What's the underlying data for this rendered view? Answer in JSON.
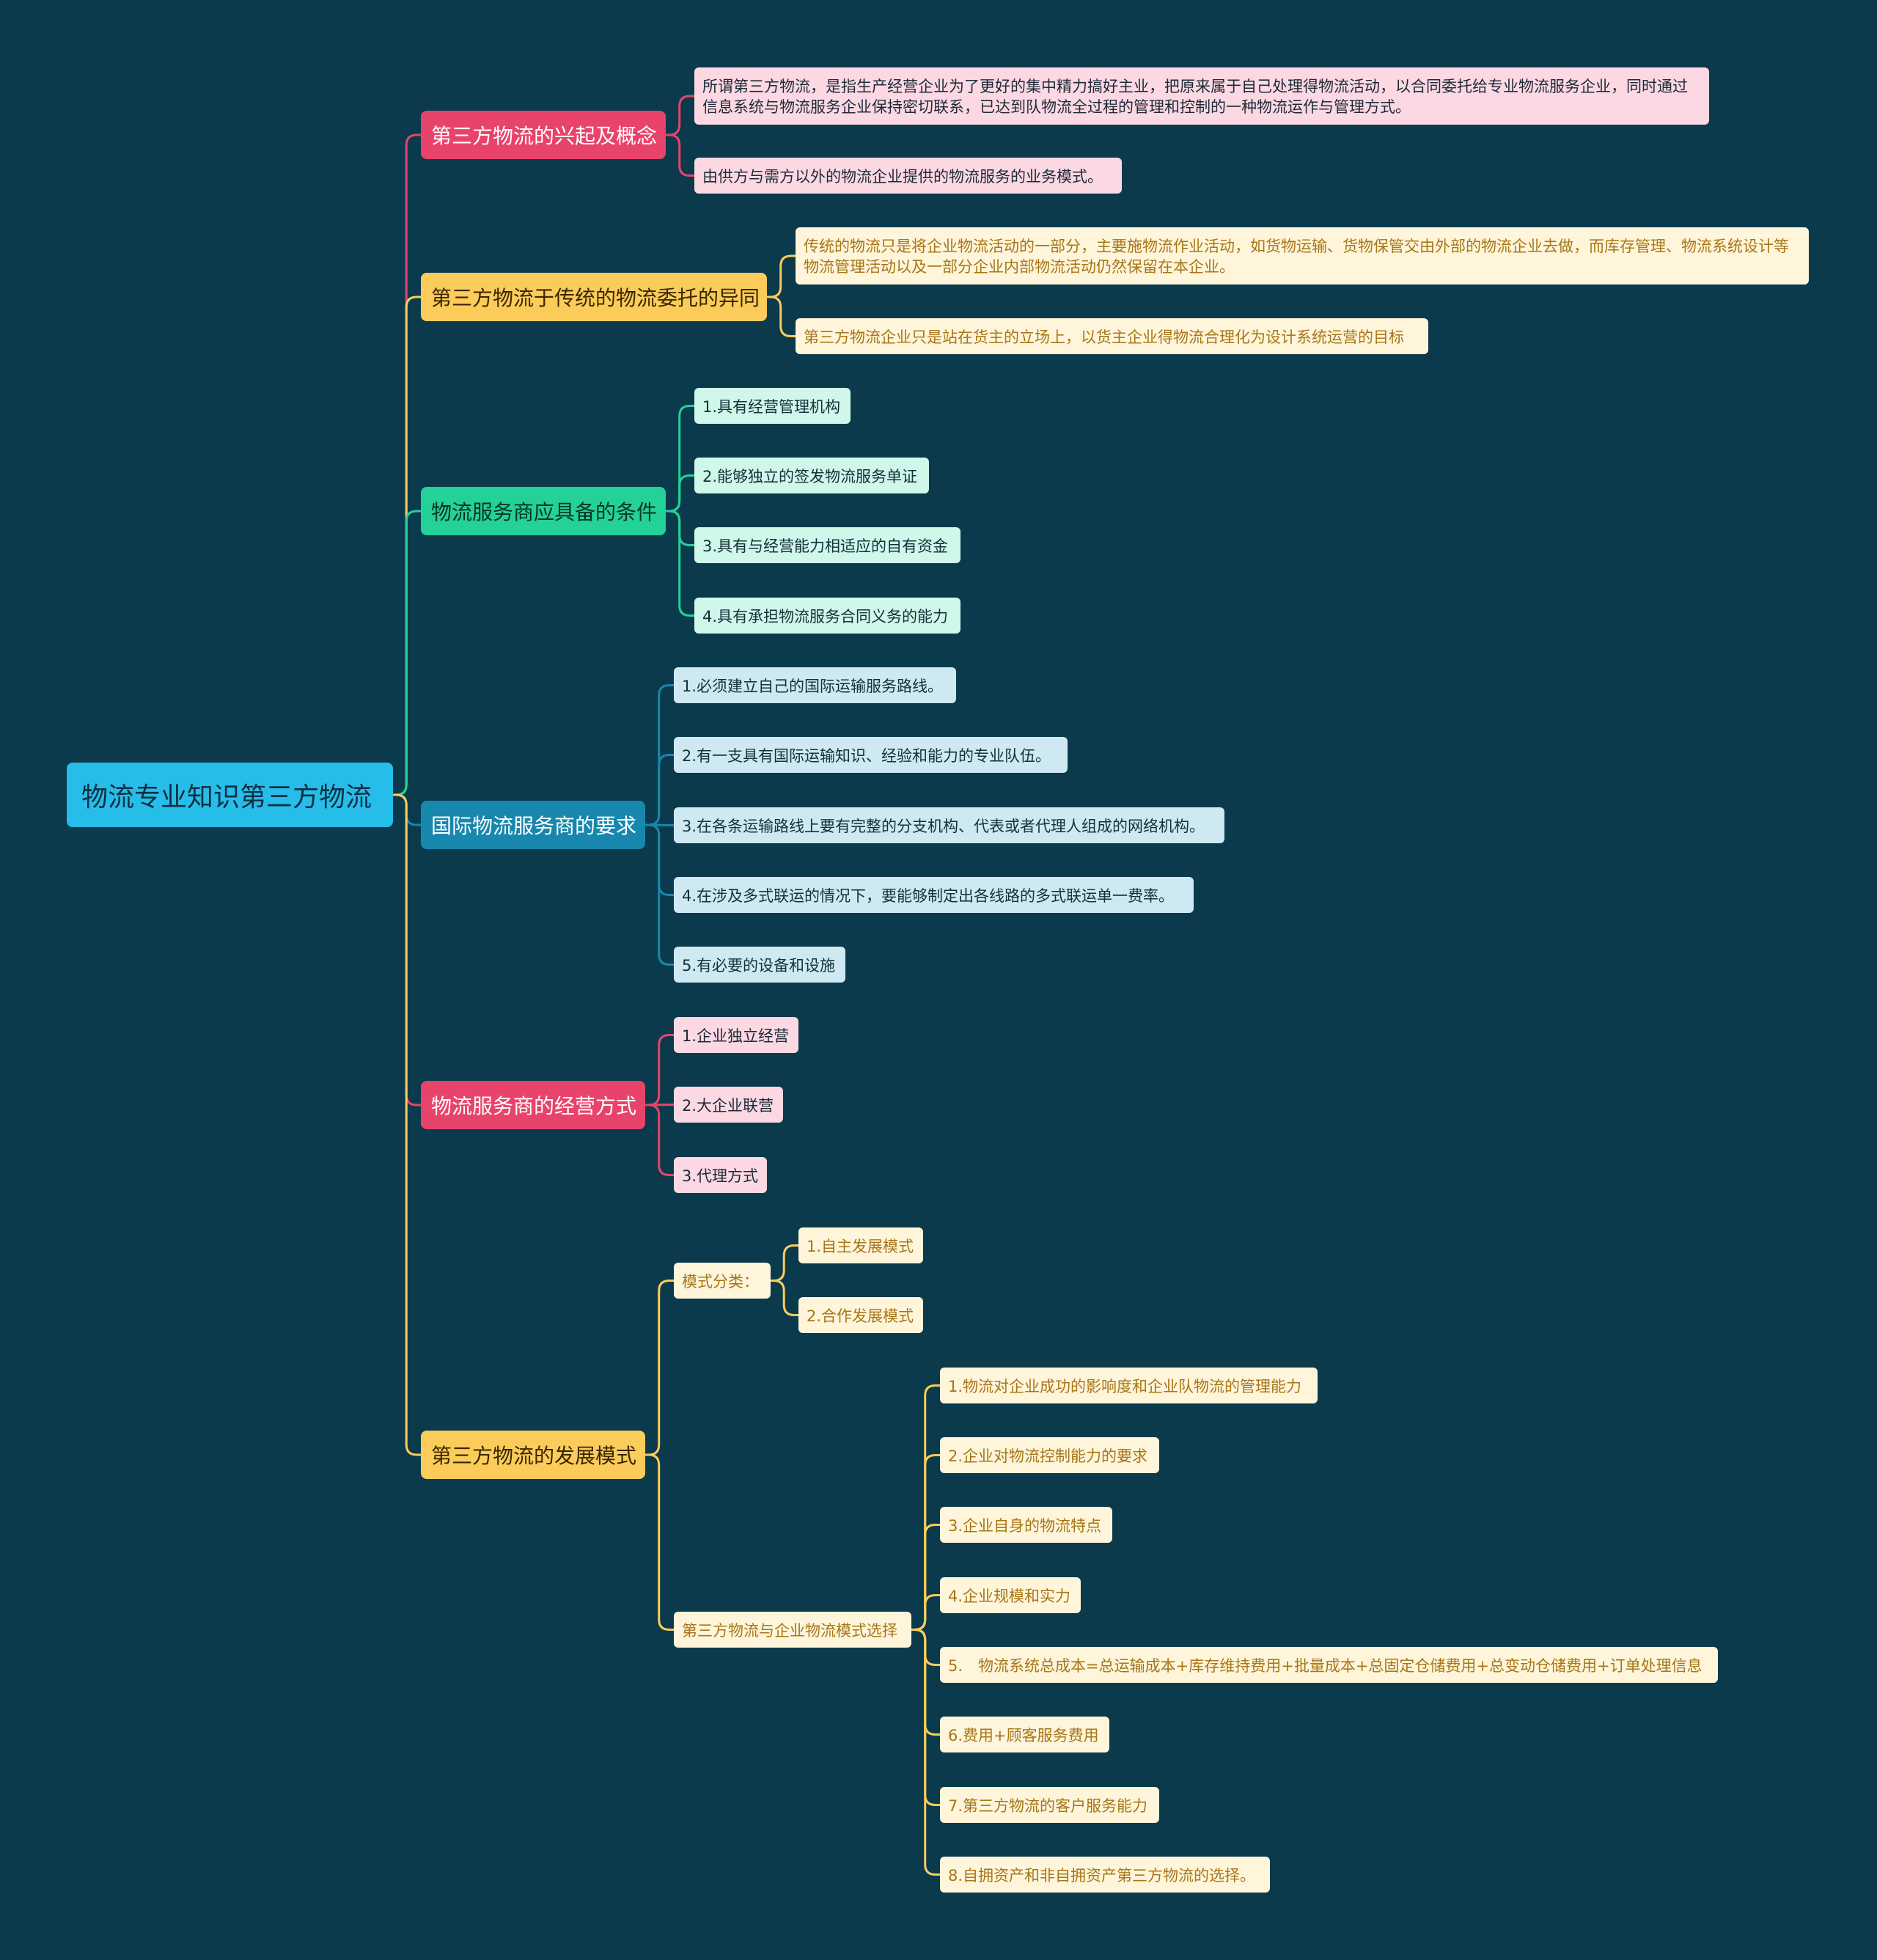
{
  "colors": {
    "background": "#0a3a4c",
    "root": "#27bde9",
    "red": "#e8436a",
    "yellow": "#fccc5a",
    "green": "#24d197",
    "blue": "#1887ad",
    "pink": "#e8436a"
  },
  "root": {
    "text": "物流专业知识第三方物流"
  },
  "branches": [
    {
      "text": "第三方物流的兴起及概念",
      "children": [
        {
          "text": "所谓第三方物流，是指生产经营企业为了更好的集中精力搞好主业，把原来属于自己处理得物流活动，以合同委托给专业物流服务企业，同时通过信息系统与物流服务企业保持密切联系，已达到队物流全过程的管理和控制的一种物流运作与管理方式。"
        },
        {
          "text": "由供方与需方以外的物流企业提供的物流服务的业务模式。"
        }
      ]
    },
    {
      "text": "第三方物流于传统的物流委托的异同",
      "children": [
        {
          "text": "传统的物流只是将企业物流活动的一部分，主要施物流作业活动，如货物运输、货物保管交由外部的物流企业去做，而库存管理、物流系统设计等物流管理活动以及一部分企业内部物流活动仍然保留在本企业。"
        },
        {
          "text": "第三方物流企业只是站在货主的立场上，以货主企业得物流合理化为设计系统运营的目标"
        }
      ]
    },
    {
      "text": "物流服务商应具备的条件",
      "children": [
        {
          "text": "1.具有经营管理机构"
        },
        {
          "text": "2.能够独立的签发物流服务单证"
        },
        {
          "text": "3.具有与经营能力相适应的自有资金"
        },
        {
          "text": "4.具有承担物流服务合同义务的能力"
        }
      ]
    },
    {
      "text": "国际物流服务商的要求",
      "children": [
        {
          "text": "1.必须建立自己的国际运输服务路线。"
        },
        {
          "text": "2.有一支具有国际运输知识、经验和能力的专业队伍。"
        },
        {
          "text": "3.在各条运输路线上要有完整的分支机构、代表或者代理人组成的网络机构。"
        },
        {
          "text": "4.在涉及多式联运的情况下，要能够制定出各线路的多式联运单一费率。"
        },
        {
          "text": "5.有必要的设备和设施"
        }
      ]
    },
    {
      "text": "物流服务商的经营方式",
      "children": [
        {
          "text": "1.企业独立经营"
        },
        {
          "text": "2.大企业联营"
        },
        {
          "text": "3.代理方式"
        }
      ]
    },
    {
      "text": "第三方物流的发展模式",
      "children": [
        {
          "text": "模式分类：",
          "children": [
            {
              "text": "1.自主发展模式"
            },
            {
              "text": "2.合作发展模式"
            }
          ]
        },
        {
          "text": "第三方物流与企业物流模式选择",
          "children": [
            {
              "text": "1.物流对企业成功的影响度和企业队物流的管理能力"
            },
            {
              "text": "2.企业对物流控制能力的要求"
            },
            {
              "text": "3.企业自身的物流特点"
            },
            {
              "text": "4.企业规模和实力"
            },
            {
              "text": "5.　物流系统总成本=总运输成本+库存维持费用+批量成本+总固定仓储费用+总变动仓储费用+订单处理信息"
            },
            {
              "text": "6.费用+顾客服务费用"
            },
            {
              "text": "7.第三方物流的客户服务能力"
            },
            {
              "text": "8.自拥资产和非自拥资产第三方物流的选择。"
            }
          ]
        }
      ]
    }
  ]
}
